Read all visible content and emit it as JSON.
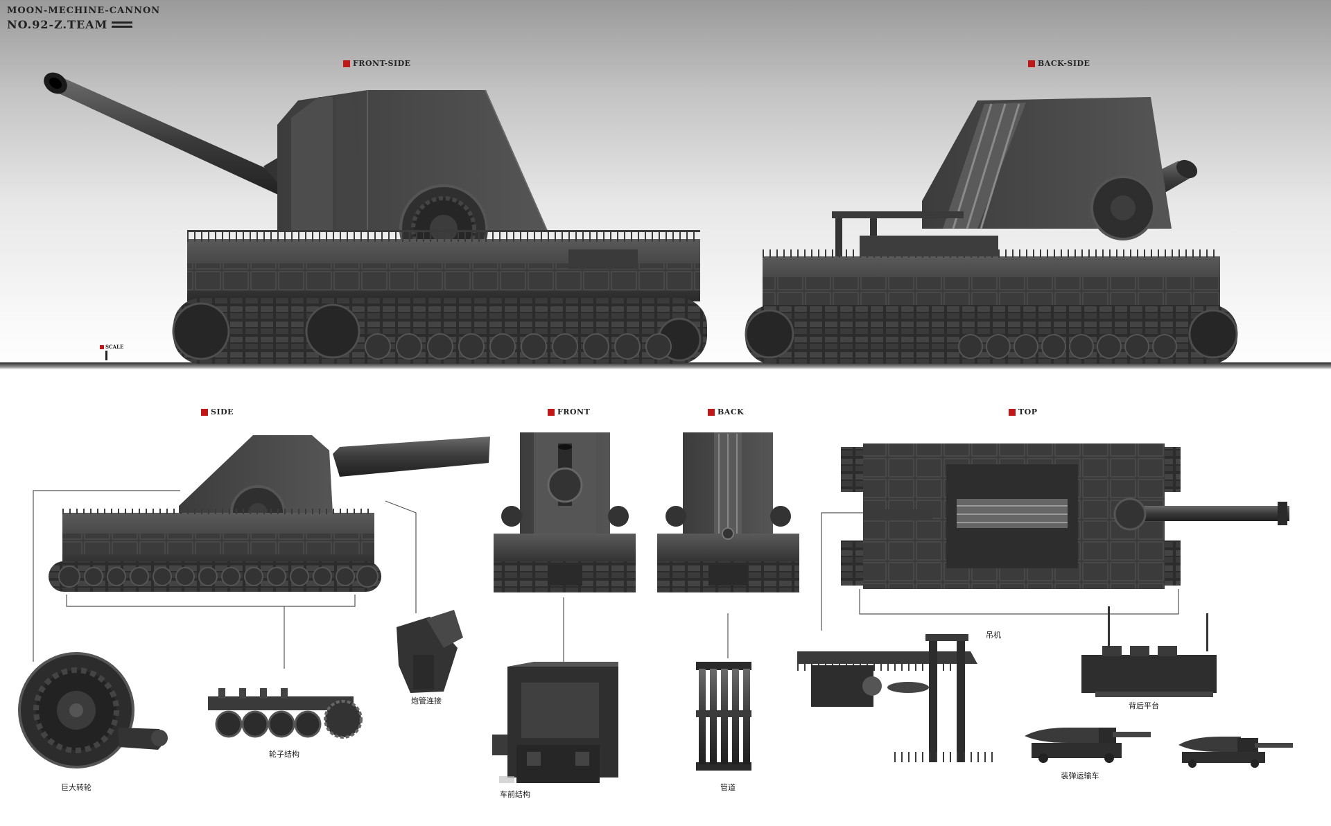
{
  "brand": {
    "line1": "MOON-MECHINE-CANNON",
    "line2": "NO.92-Z.TEAM"
  },
  "views": {
    "front_side": "FRONT-SIDE",
    "back_side": "BACK-SIDE",
    "side": "SIDE",
    "front": "FRONT",
    "back": "BACK",
    "top": "TOP"
  },
  "scale_label": "SCALE",
  "parts": {
    "giant_wheel": "巨大转轮",
    "wheel_structure": "轮子结构",
    "barrel_connection": "炮管连接",
    "vehicle_front": "车前结构",
    "pipes": "管道",
    "crane": "吊机",
    "rear_platform": "背后平台",
    "ammo_carrier": "装弹运输车"
  },
  "colors": {
    "accent": "#c01818",
    "metal_dark": "#2f2f2f",
    "metal_mid": "#4a4a4a",
    "metal_light": "#6a6a6a"
  }
}
